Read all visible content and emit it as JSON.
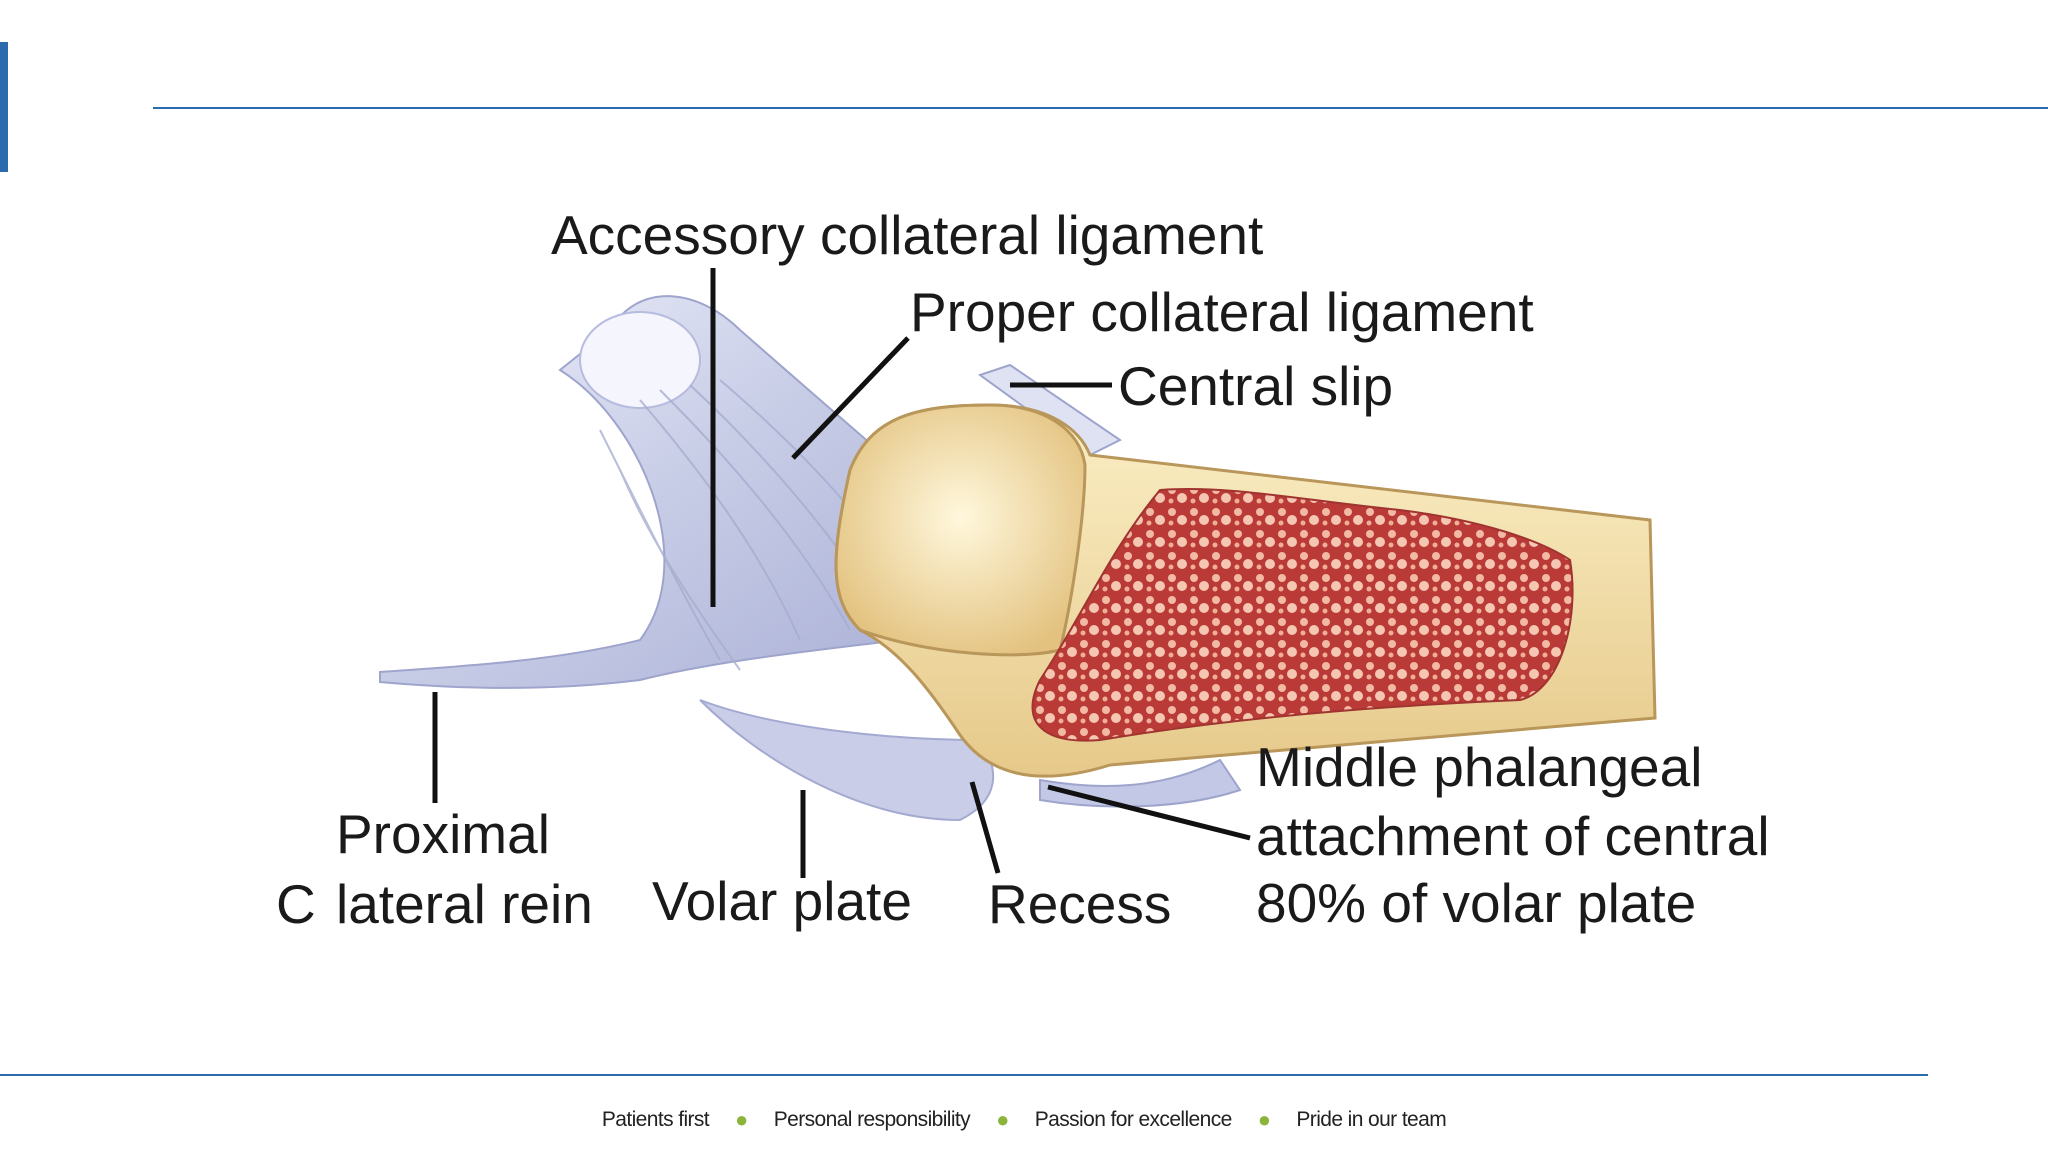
{
  "labels": {
    "accessory": "Accessory collateral ligament",
    "proper": "Proper collateral ligament",
    "central_slip": "Central slip",
    "proximal_line1": "Proximal",
    "proximal_line2": "lateral rein",
    "volar_plate": "Volar plate",
    "recess": "Recess",
    "middle_line1": "Middle phalangeal",
    "middle_line2": "attachment of central",
    "middle_line3": "80% of volar plate",
    "stray_char": "C"
  },
  "footer": {
    "values": [
      "Patients first",
      "Personal responsibility",
      "Passion for excellence",
      "Pride in our team"
    ]
  },
  "colors": {
    "accent": "#2a6aad",
    "footer_dot": "#8ab43a",
    "ligament": "#c9cde6",
    "bone": "#f1dda8",
    "marrow": "#c4453f"
  }
}
